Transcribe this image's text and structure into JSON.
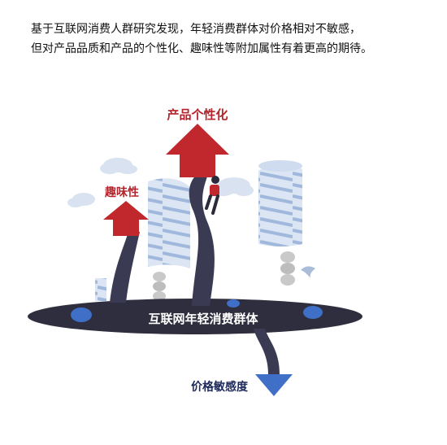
{
  "intro": {
    "line1": "基于互联网消费人群研究发现，年轻消费群体对价格相对不敏感，",
    "line2": "但对产品品质和产品的个性化、趣味性等附加属性有着更高的期待。"
  },
  "labels": {
    "personalization": "产品个性化",
    "fun": "趣味性",
    "group": "互联网年轻消费群体",
    "price_sensitivity": "价格敏感度"
  },
  "colors": {
    "up_arrow": "#c0282d",
    "down_arrow": "#3f6fc6",
    "platform": "#2e2e3e",
    "spring": "#b9cbe6",
    "cloud": "#d8e2f0",
    "label_red": "#b4232a",
    "label_navy": "#1e2a5a"
  }
}
